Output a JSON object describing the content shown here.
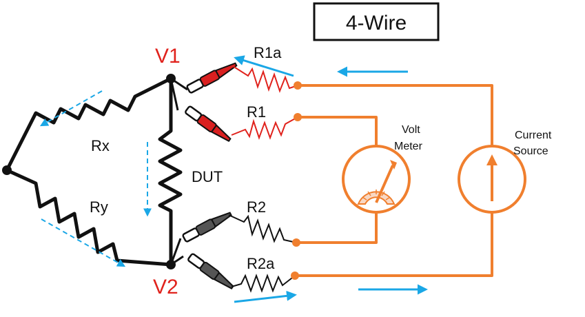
{
  "title": "4-Wire",
  "nodes": {
    "v1": "V1",
    "v2": "V2"
  },
  "resistors": {
    "rx": "Rx",
    "ry": "Ry",
    "dut": "DUT",
    "r1a": "R1a",
    "r1": "R1",
    "r2": "R2",
    "r2a": "R2a"
  },
  "volt_meter": {
    "line1": "Volt",
    "line2": "Meter"
  },
  "current_source": {
    "line1": "Current",
    "line2": "Source"
  },
  "colors": {
    "wire_black": "#111111",
    "wire_orange": "#f07f2e",
    "lead_red": "#e0221c",
    "probe_red": "#d92020",
    "probe_gray": "#555555",
    "arrow_blue": "#1aa7e6",
    "node_label": "#e0221c"
  },
  "icons": [
    "probe-red-icon",
    "probe-gray-icon",
    "voltmeter-icon",
    "current-source-icon"
  ]
}
